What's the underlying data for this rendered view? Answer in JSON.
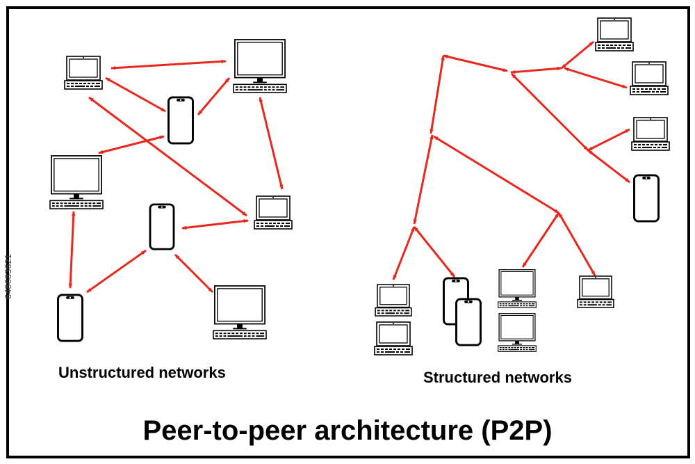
{
  "title": "Peer-to-peer architecture (P2P)",
  "labels": {
    "unstructured": "Unstructured networks",
    "structured": "Structured networks"
  },
  "stock_id": "648683621",
  "colors": {
    "arrow": "#e8281e",
    "outline": "#000000",
    "background": "#ffffff"
  },
  "nodes": [
    {
      "id": "u-laptop-1",
      "icon": "laptop-icon"
    },
    {
      "id": "u-desktop-1",
      "icon": "desktop-icon"
    },
    {
      "id": "u-phone-1",
      "icon": "phone-icon"
    },
    {
      "id": "u-desktop-2",
      "icon": "desktop-icon"
    },
    {
      "id": "u-phone-2",
      "icon": "phone-icon"
    },
    {
      "id": "u-laptop-2",
      "icon": "laptop-icon"
    },
    {
      "id": "u-phone-3",
      "icon": "phone-icon"
    },
    {
      "id": "u-desktop-3",
      "icon": "desktop-icon"
    },
    {
      "id": "s-laptop-1",
      "icon": "laptop-icon"
    },
    {
      "id": "s-laptop-2",
      "icon": "laptop-icon"
    },
    {
      "id": "s-laptop-3",
      "icon": "laptop-icon"
    },
    {
      "id": "s-phone-1",
      "icon": "phone-icon"
    },
    {
      "id": "s-laptop-4",
      "icon": "laptop-icon"
    },
    {
      "id": "s-laptop-5",
      "icon": "laptop-icon"
    },
    {
      "id": "s-phone-2",
      "icon": "phone-icon"
    },
    {
      "id": "s-phone-3",
      "icon": "phone-icon"
    },
    {
      "id": "s-desktop-1",
      "icon": "desktop-icon"
    },
    {
      "id": "s-desktop-2",
      "icon": "desktop-icon"
    },
    {
      "id": "s-laptop-6",
      "icon": "laptop-icon"
    }
  ]
}
